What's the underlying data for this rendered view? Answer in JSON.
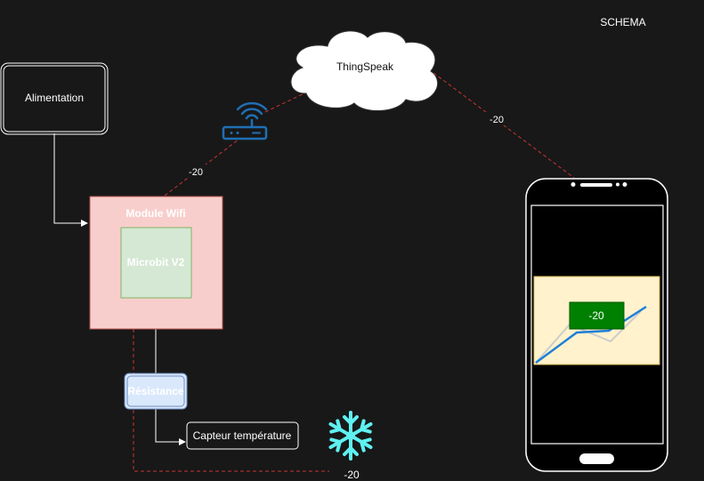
{
  "header": {
    "title": "SCHEMA"
  },
  "nodes": {
    "alimentation": "Alimentation",
    "cloud": "ThingSpeak",
    "wifi_module": "Module Wifi",
    "microbit": "Microbit V2",
    "resistance": "Résistance",
    "sensor": "Capteur température",
    "phone_value": "-20"
  },
  "edge_labels": {
    "router_to_module": "-20",
    "cloud_to_phone": "-20",
    "sensor_output": "-20"
  },
  "colors": {
    "background": "#181818",
    "module_fill": "#f8cecc",
    "microbit_fill": "#d5e8d4",
    "resistance_fill": "#dae8fc",
    "router_blue": "#1f6fb5",
    "snowflake": "#5ff0f0",
    "dashed_red": "#cc3333",
    "widget_bg": "#fff2cc",
    "widget_value_bg": "#008000",
    "chart_line": "#1e7fd8"
  },
  "icons": [
    "wifi-router-icon",
    "cloud-shape",
    "snowflake-icon",
    "smartphone-icon",
    "line-chart-icon"
  ]
}
